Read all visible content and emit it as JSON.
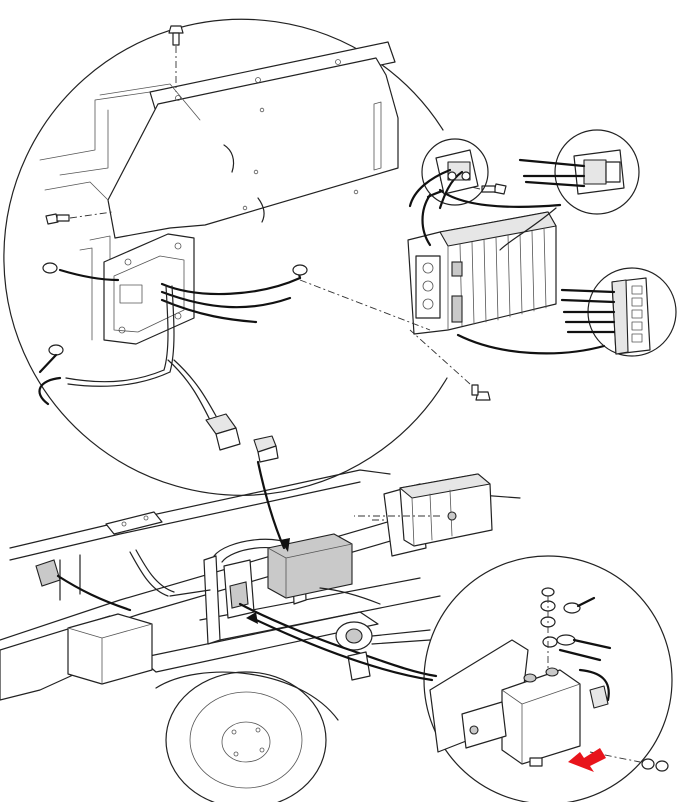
{
  "diagram": {
    "type": "exploded-parts-illustration",
    "callouts": [
      "controller-detail-circle",
      "connector-detail-circle-small",
      "connector-detail-circle-large",
      "solenoid-detail-circle"
    ],
    "highlight_arrow_color": "#e8141b",
    "line_color": "#222222",
    "background_color": "#ffffff"
  }
}
